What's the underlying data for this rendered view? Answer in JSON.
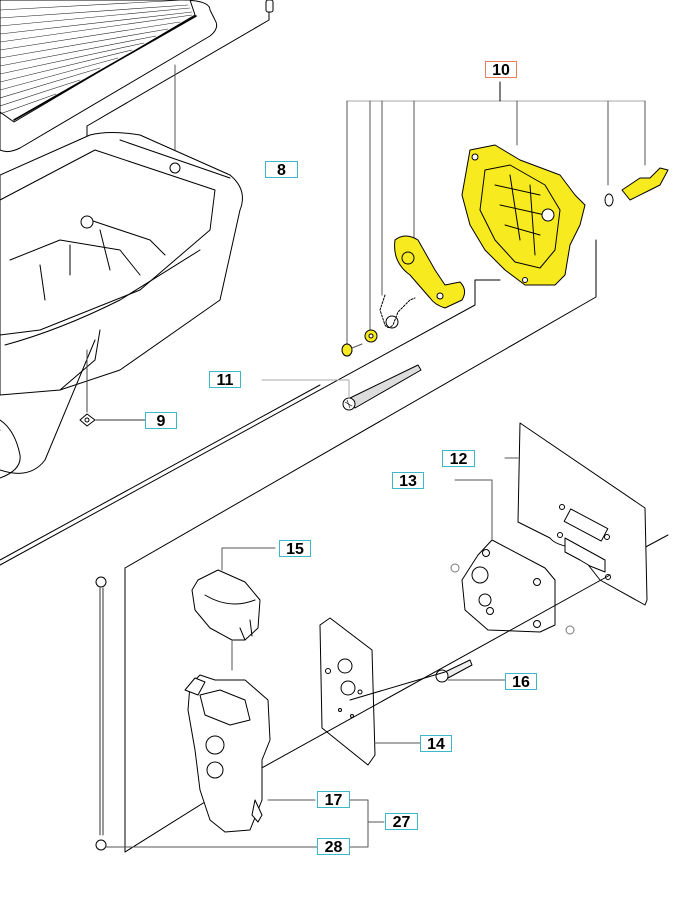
{
  "diagram": {
    "type": "exploded-parts-diagram",
    "highlight_color": "#f7ea1f",
    "callout_border_color": "#3fb8c6",
    "callout_selected_border_color": "#e8805a",
    "line_color": "#000000",
    "leader_color": "#555555"
  },
  "callouts": {
    "c8": "8",
    "c9": "9",
    "c10": "10",
    "c11": "11",
    "c12": "12",
    "c13": "13",
    "c14": "14",
    "c15": "15",
    "c16": "16",
    "c17": "17",
    "c27": "27",
    "c28": "28"
  },
  "selected_callout": "10"
}
